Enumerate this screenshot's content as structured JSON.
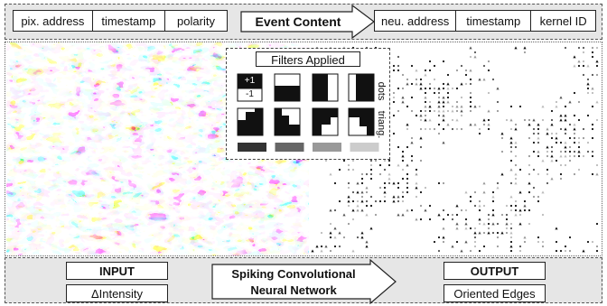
{
  "input_event_fields": [
    "pix. address",
    "timestamp",
    "polarity"
  ],
  "event_content_label": "Event Content",
  "output_event_fields": [
    "neu. address",
    "timestamp",
    "kernel ID"
  ],
  "filters": {
    "title": "Filters Applied",
    "side_dots": "dots",
    "side_triang": "triang.",
    "legend_plus": "+1",
    "legend_minus": "-1",
    "gray_swatches": [
      "#333333",
      "#666666",
      "#999999",
      "#cccccc"
    ]
  },
  "input": {
    "title": "INPUT",
    "subtitle": "ΔIntensity"
  },
  "network_label": [
    "Spiking Convolutional",
    "Neural Network"
  ],
  "output": {
    "title": "OUTPUT",
    "subtitle": "Oriented Edges"
  },
  "colors": {
    "band_bg": "#e6e6e6",
    "panel_bg": "#ffffff",
    "ink": "#111111"
  }
}
